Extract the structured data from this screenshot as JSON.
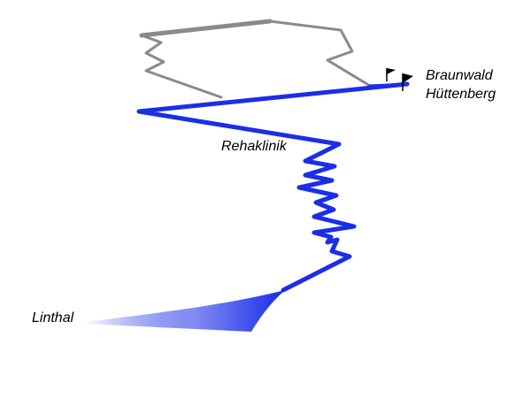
{
  "places": {
    "summit_top": "Braunwald",
    "summit_bottom": "Hüttenberg",
    "mid_station": "Rehaklinik",
    "valley": "Linthal"
  },
  "colors": {
    "route_active": "#1a2ee8",
    "route_inactive": "#8a8a8a",
    "label_text": "#000000",
    "flag": "#000000"
  },
  "icons": {
    "summit_flags": "flag-icon"
  }
}
